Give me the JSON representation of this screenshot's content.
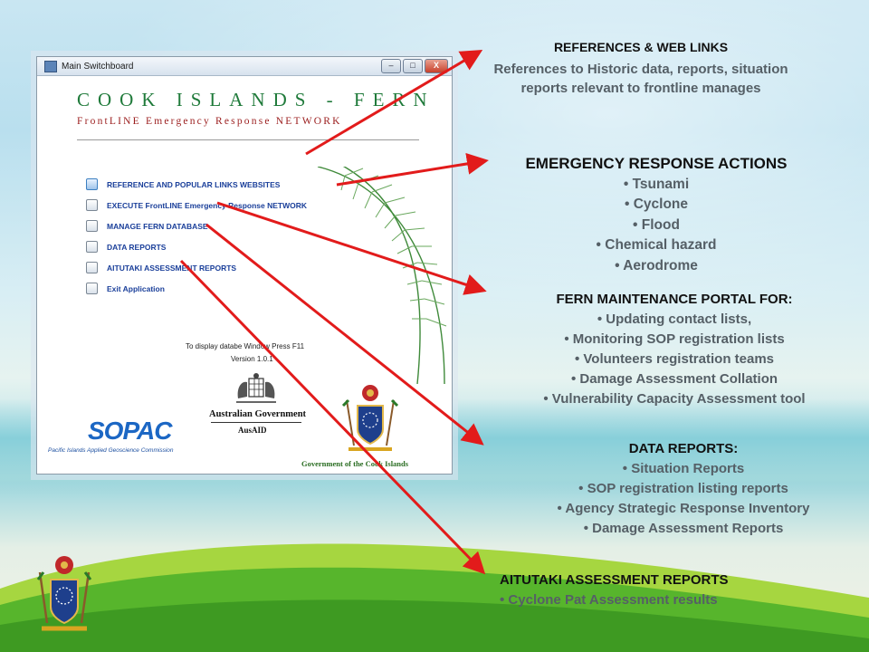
{
  "window": {
    "title": "Main Switchboard",
    "buttons": {
      "minimize": "–",
      "maximize": "□",
      "close": "X"
    }
  },
  "app": {
    "title": "COOK ISLANDS - FERN",
    "subtitle": "FrontLINE Emergency Response NETWORK",
    "menu": [
      "REFERENCE AND POPULAR LINKS WEBSITES",
      "EXECUTE FrontLINE Emergency Response NETWORK",
      "MANAGE FERN DATABASE",
      "DATA REPORTS",
      "AITUTAKI ASSESSMENT REPORTS",
      "Exit Application"
    ],
    "hint": "To display databe Window Press F11",
    "version": "Version 1.0.1",
    "au_government": "Australian Government",
    "au_aid": "AusAID",
    "sopac": "SOPAC",
    "sopac_sub": "Pacific Islands Applied Geoscience Commission",
    "ci_government": "Government of the Cook Islands"
  },
  "annotations": {
    "references": {
      "heading": "REFERENCES & WEB LINKS",
      "text": "References to Historic data, reports, situation reports relevant to frontline manages"
    },
    "emergency": {
      "heading": "EMERGENCY RESPONSE ACTIONS",
      "items": [
        "Tsunami",
        "Cyclone",
        "Flood",
        "Chemical hazard",
        "Aerodrome"
      ]
    },
    "fern_portal": {
      "heading": "FERN MAINTENANCE PORTAL FOR:",
      "items": [
        "Updating contact lists,",
        "Monitoring SOP registration lists",
        "Volunteers registration teams",
        "Damage Assessment Collation",
        "Vulnerability Capacity Assessment tool"
      ]
    },
    "data_reports": {
      "heading": "DATA REPORTS:",
      "items": [
        "Situation Reports",
        "SOP registration listing reports",
        "Agency Strategic Response Inventory",
        "Damage Assessment Reports"
      ]
    },
    "aitutaki": {
      "heading": "AITUTAKI ASSESSMENT REPORTS",
      "items": [
        "Cyclone Pat Assessment results"
      ]
    }
  },
  "colors": {
    "arrow": "#e21b1b",
    "title_green": "#1f7a3a",
    "subtitle_red": "#9b1d1d",
    "menu_blue": "#1a3f9a",
    "sopac_blue": "#1c67c4",
    "ground_green": "#4caf2a"
  }
}
